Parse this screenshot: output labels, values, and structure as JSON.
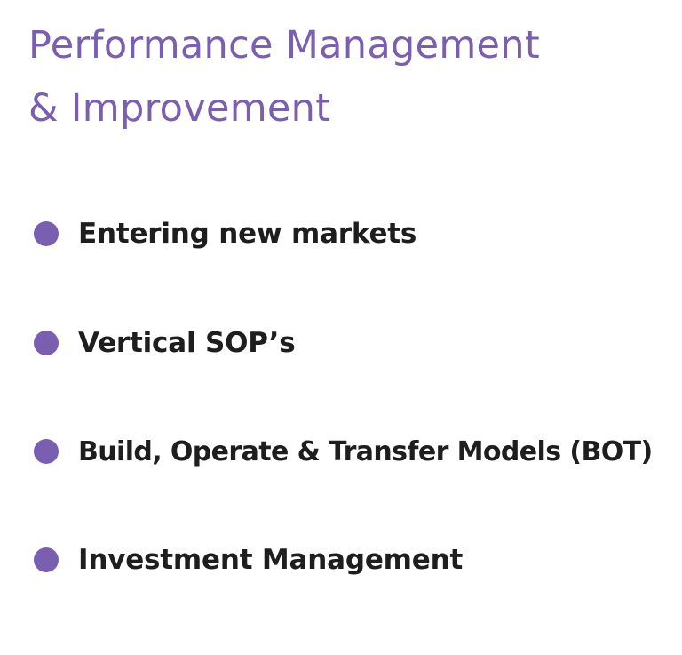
{
  "title": {
    "line1": "Performance Management",
    "line2": "& Improvement"
  },
  "accent_color": "#7a5fb0",
  "items": [
    {
      "label": "Entering new markets",
      "icon": "bullet-circle"
    },
    {
      "label": "Vertical SOP’s",
      "icon": "bullet-circle"
    },
    {
      "label": "Build, Operate & Transfer Models (BOT)",
      "icon": "bullet-circle"
    },
    {
      "label": "Investment Management",
      "icon": "bullet-circle"
    }
  ]
}
